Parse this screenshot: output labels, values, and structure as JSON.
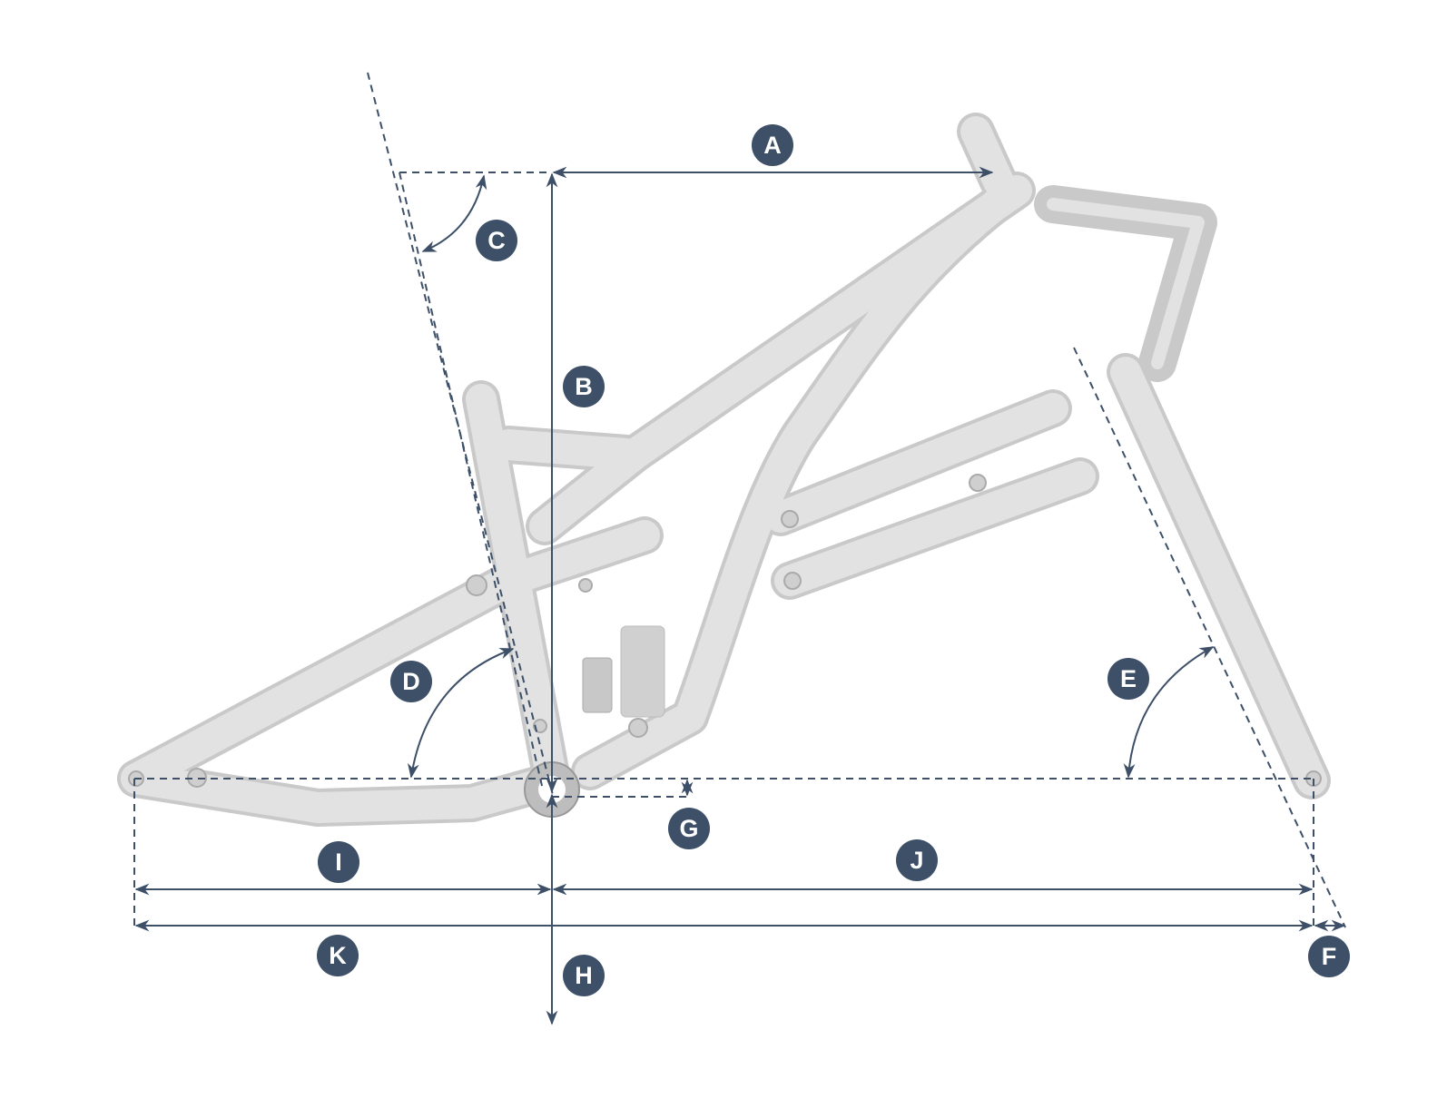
{
  "diagram": {
    "title": "Bike frame geometry",
    "accent_color": "#3d5068",
    "frame_color": "#dadada",
    "labels": {
      "A": "A",
      "B": "B",
      "C": "C",
      "D": "D",
      "E": "E",
      "F": "F",
      "G": "G",
      "H": "H",
      "I": "I",
      "J": "J",
      "K": "K"
    }
  }
}
